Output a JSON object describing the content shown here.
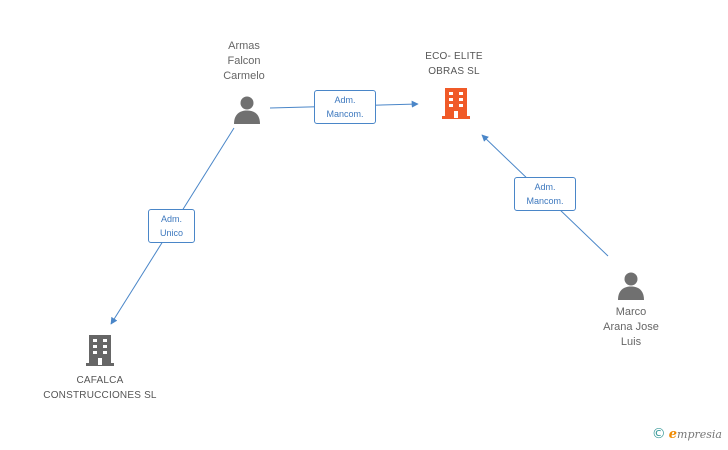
{
  "nodes": {
    "armas": {
      "label": "Armas\nFalcon\nCarmelo",
      "icon": "person-icon"
    },
    "eco": {
      "label": "ECO- ELITE\nOBRAS SL",
      "icon": "building-icon",
      "color": "#f05a28"
    },
    "cafalca": {
      "label": "CAFALCA\nCONSTRUCCIONES SL",
      "icon": "building-icon",
      "color": "#666666"
    },
    "marco": {
      "label": "Marco\nArana Jose\nLuis",
      "icon": "person-icon"
    }
  },
  "edges": {
    "armas_eco": "Adm.\nMancom.",
    "armas_cafalca": "Adm.\nUnico",
    "marco_eco": "Adm.\nMancom."
  },
  "colors": {
    "edge": "#4a86c8",
    "person": "#707070"
  },
  "footer": {
    "copyright": "©",
    "brand_initial": "e",
    "brand_rest": "mpresia"
  }
}
